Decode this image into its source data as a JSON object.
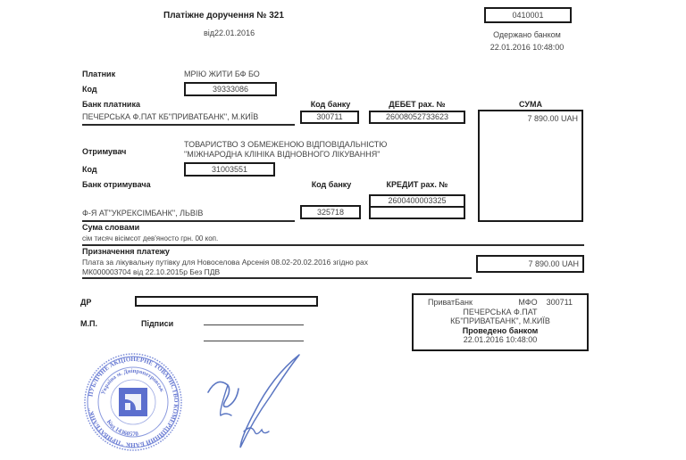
{
  "header": {
    "title": "Платіжне доручення  № 321",
    "date": "від22.01.2016",
    "form_code": "0410001",
    "received_label": "Одержано банком",
    "received_datetime": "22.01.2016 10:48:00"
  },
  "payer": {
    "label": "Платник",
    "name": "МРІЮ ЖИТИ БФ БО",
    "code_label": "Код",
    "code": "39333086",
    "bank_label": "Банк платника",
    "bank_name": "ПЕЧЕРСЬКА Ф.ПАТ КБ\"ПРИВАТБАНК\", М.КИЇВ",
    "bank_code_label": "Код банку",
    "bank_code": "300711",
    "debit_label": "ДЕБЕТ рах. №",
    "debit_account": "26008052733623"
  },
  "amount": {
    "label": "СУМА",
    "value": "7 890.00 UAH"
  },
  "recipient": {
    "label": "Отримувач",
    "name_line1": "ТОВАРИСТВО З ОБМЕЖЕНОЮ ВІДПОВІДАЛЬНІСТЮ",
    "name_line2": "\"МІЖНАРОДНА КЛІНІКА ВІДНОВНОГО ЛІКУВАННЯ\"",
    "code_label": "Код",
    "code": "31003551",
    "bank_label": "Банк отримувача",
    "bank_name": "Ф-Я АТ\"УКРЕКСІМБАНК\", ЛЬВІВ",
    "bank_code_label": "Код банку",
    "bank_code": "325718",
    "credit_label": "КРЕДИТ рах. №",
    "credit_account": "2600400003325"
  },
  "amount_words": {
    "label": "Сума словами",
    "value": "сім тисяч вісімсот дев'яносто грн. 00 коп."
  },
  "purpose": {
    "label": "Призначення платежу",
    "line1": "Плата за лікувальну путівку для Новоселова Арсенія 08.02-20.02.2016 згідно рах",
    "line2": "МК000003704 від 22.10.2015р Без ПДВ",
    "amount": "7 890.00 UAH"
  },
  "footer": {
    "dr_label": "ДР",
    "mp_label": "М.П.",
    "signatures_label": "Підписи"
  },
  "bank_stamp": {
    "bank": "ПриватБанк",
    "mfo_label": "МФО",
    "mfo": "300711",
    "line2": "ПЕЧЕРСЬКА Ф.ПАТ",
    "line3": "КБ\"ПРИВАТБАНК\", М.КИЇВ",
    "processed_label": "Проведено банком",
    "processed_datetime": "22.01.2016 10:48:00"
  },
  "seal": {
    "outer_text": "ПУБЛІЧНЕ АКЦІОНЕРНЕ ТОВАРИСТВО КОМЕРЦІЙНИЙ БАНК \"ПРИВАТБАНК\"",
    "inner_text": "Україна м. Дніпропетровськ",
    "code_text": "Код 14360570",
    "color": "#4a5fc9"
  }
}
